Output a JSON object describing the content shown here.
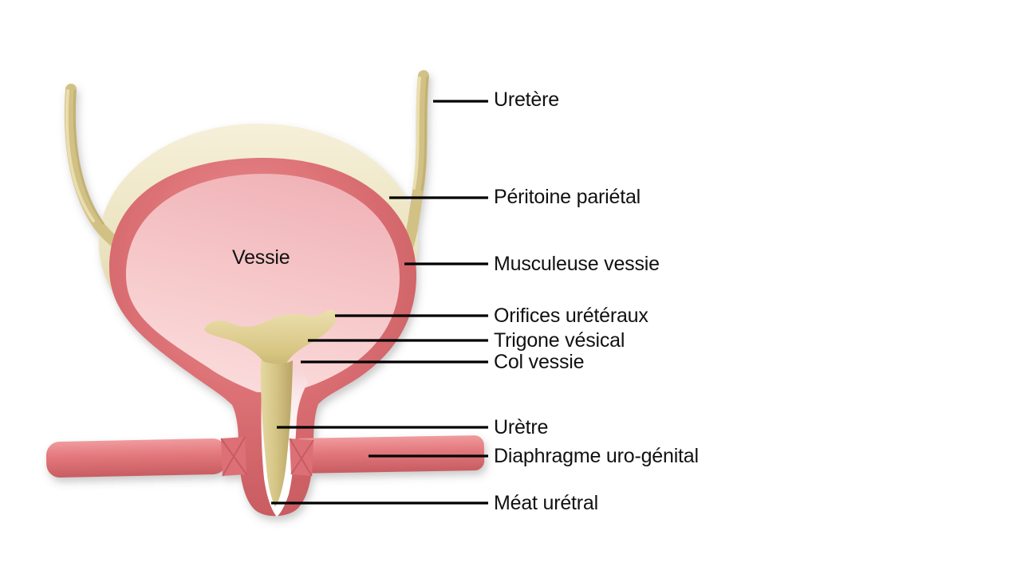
{
  "figure": {
    "inline_label": "Vessie",
    "labels": [
      {
        "id": "uretere",
        "text": "Uretère"
      },
      {
        "id": "peritoine",
        "text": "Péritoine pariétal"
      },
      {
        "id": "musculeuse",
        "text": "Musculeuse vessie"
      },
      {
        "id": "orifices",
        "text": "Orifices urétéraux"
      },
      {
        "id": "trigone",
        "text": "Trigone vésical"
      },
      {
        "id": "col",
        "text": "Col vessie"
      },
      {
        "id": "uretre",
        "text": "Urètre"
      },
      {
        "id": "diaphragme",
        "text": "Diaphragme uro-génital"
      },
      {
        "id": "meat",
        "text": "Méat urétral"
      }
    ],
    "colors": {
      "background": "#ffffff",
      "peritoneum_cream": "#e9e1bc",
      "muscle_red": "#d96a6d",
      "mucosa_pink": "#f5c3c6",
      "ureter_tan": "#d2c185",
      "label_text": "#111111",
      "leader_line": "#000000"
    }
  }
}
